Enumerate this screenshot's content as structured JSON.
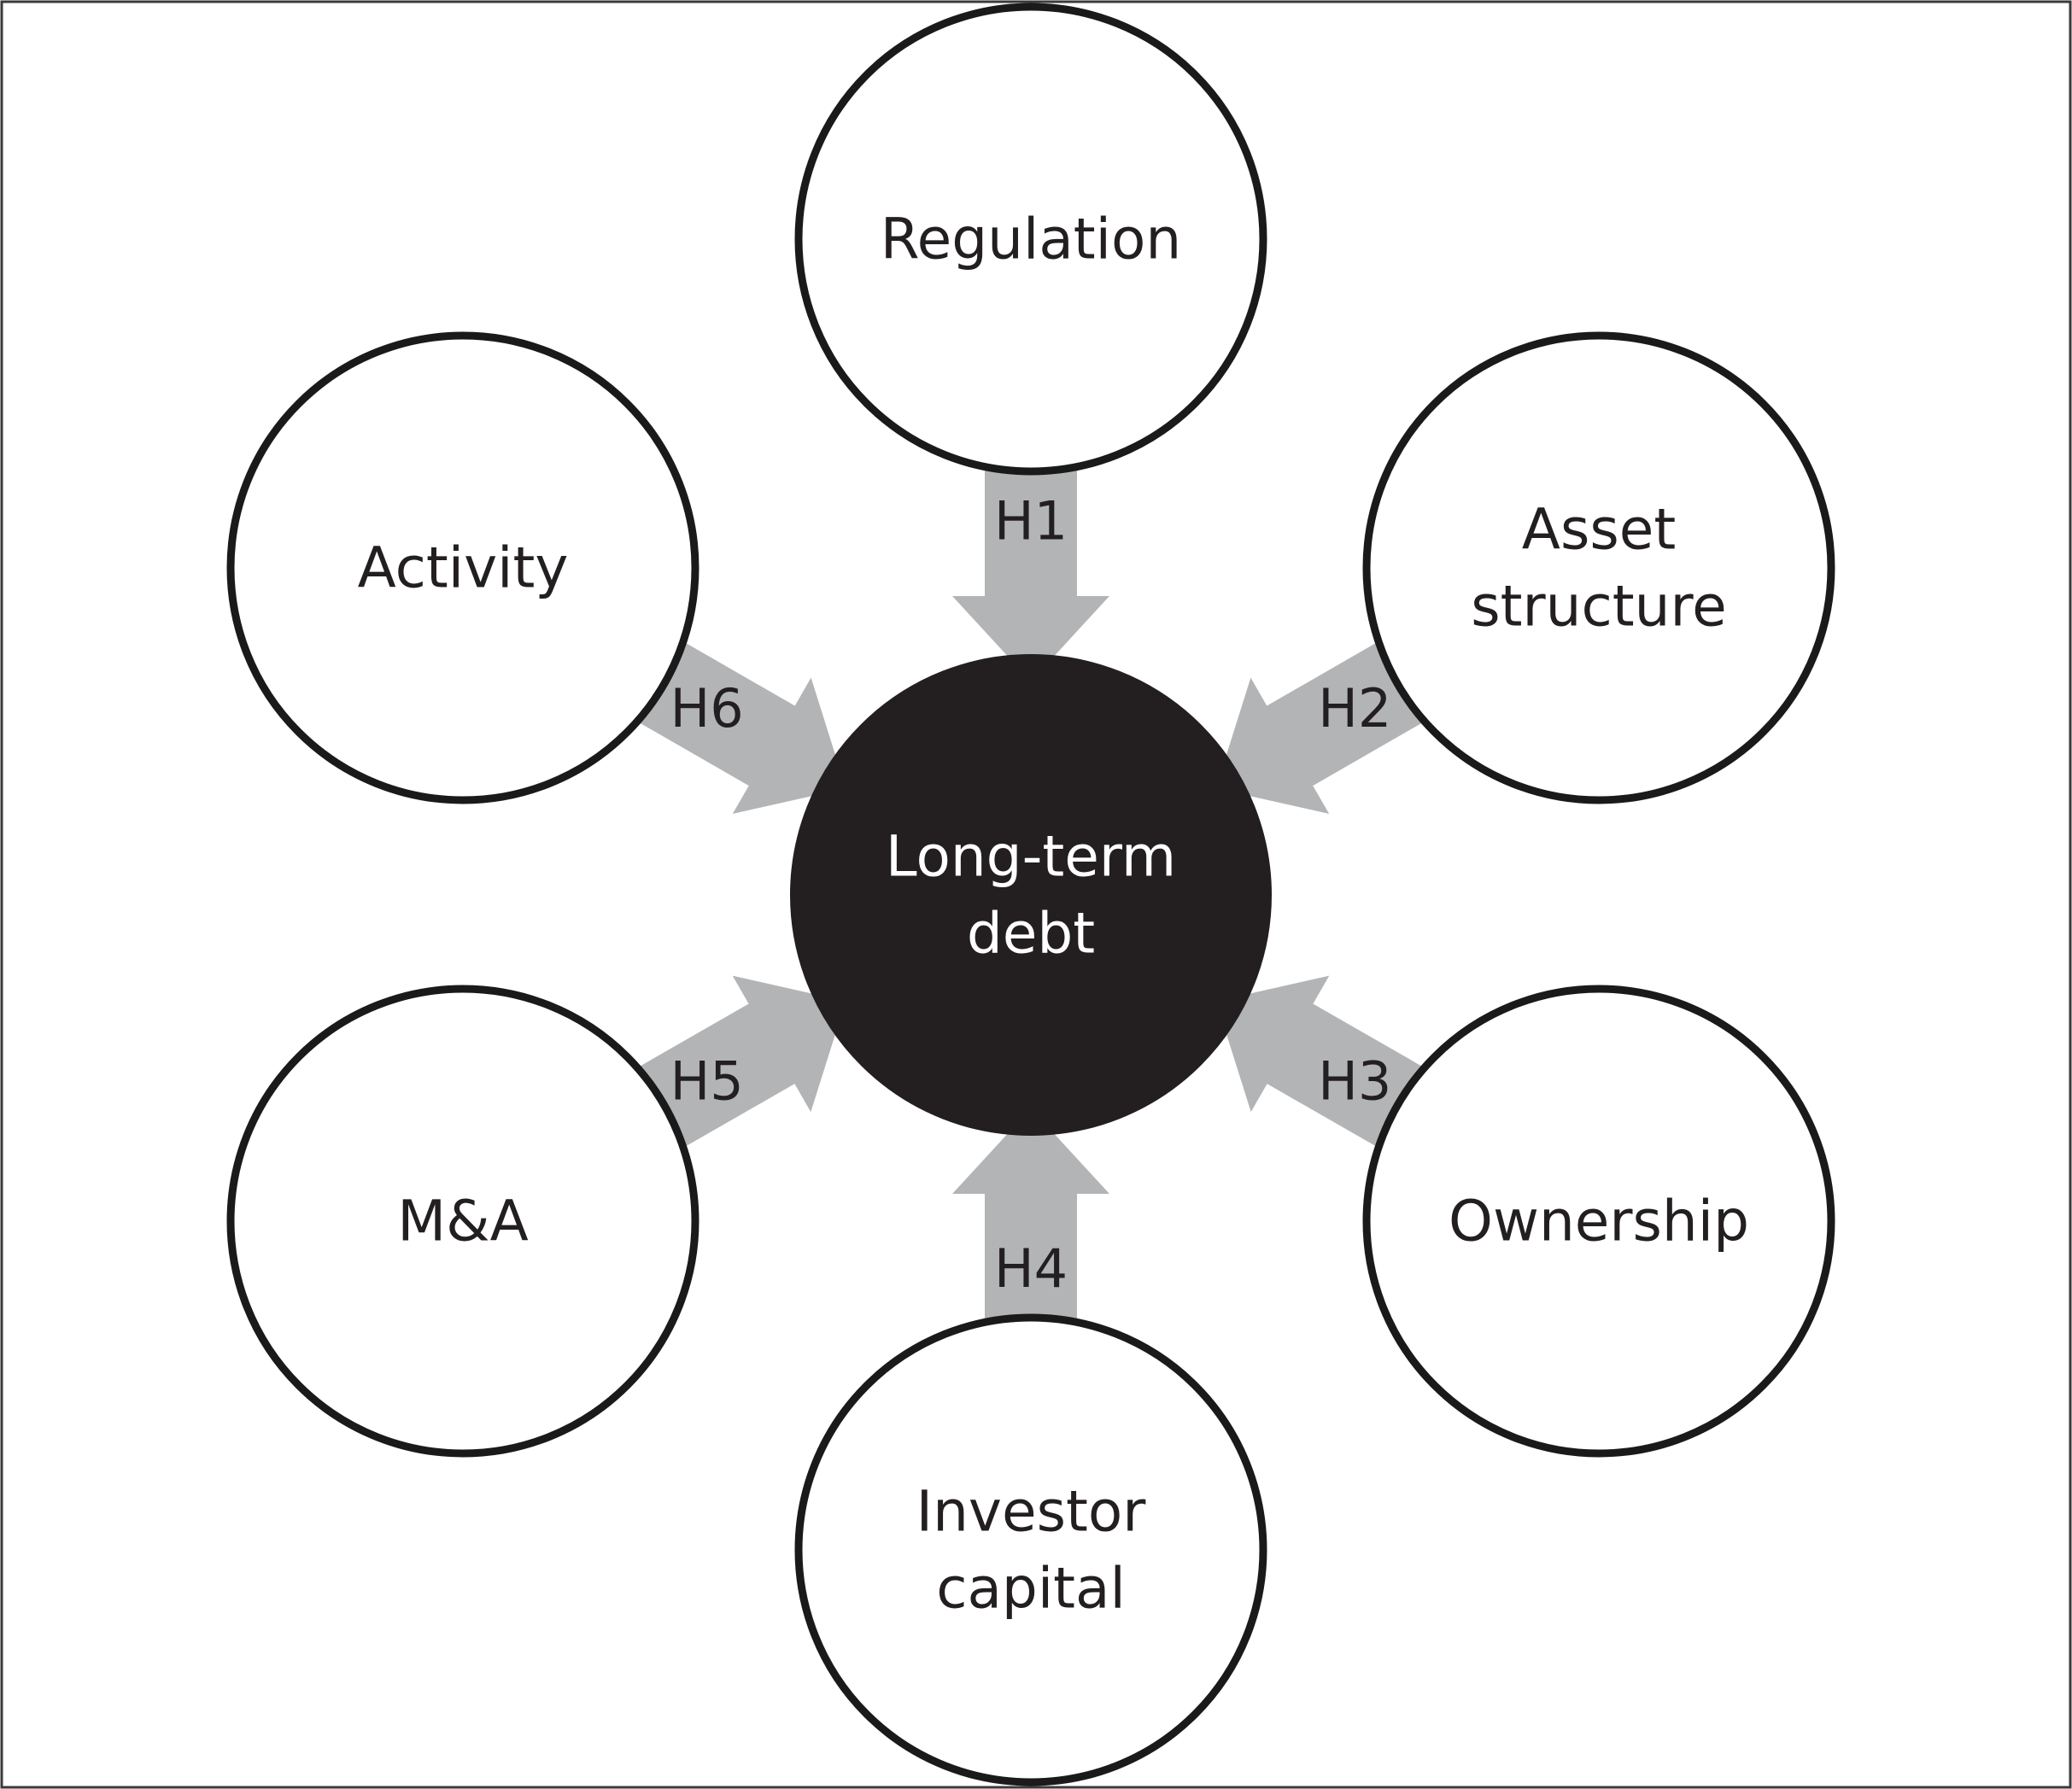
{
  "diagram": {
    "center": {
      "lines": [
        "Long-term",
        "debt"
      ]
    },
    "nodes": [
      {
        "id": "regulation",
        "lines": [
          "Regulation"
        ]
      },
      {
        "id": "asset-structure",
        "lines": [
          "Asset",
          "structure"
        ]
      },
      {
        "id": "ownership",
        "lines": [
          "Ownership"
        ]
      },
      {
        "id": "investor-capital",
        "lines": [
          "Investor",
          "capital"
        ]
      },
      {
        "id": "m-and-a",
        "lines": [
          "M&A"
        ]
      },
      {
        "id": "activity",
        "lines": [
          "Activity"
        ]
      }
    ],
    "edges": [
      {
        "from": "regulation",
        "label": "H1"
      },
      {
        "from": "asset-structure",
        "label": "H2"
      },
      {
        "from": "ownership",
        "label": "H3"
      },
      {
        "from": "investor-capital",
        "label": "H4"
      },
      {
        "from": "m-and-a",
        "label": "H5"
      },
      {
        "from": "activity",
        "label": "H6"
      }
    ]
  }
}
